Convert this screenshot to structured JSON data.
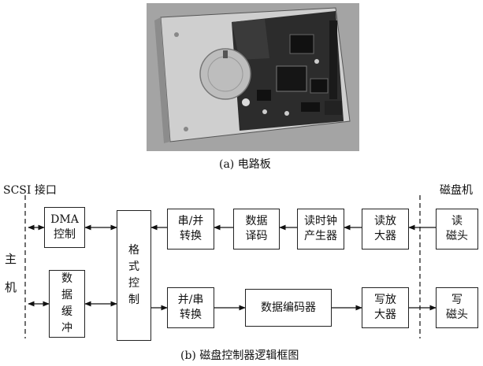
{
  "photo": {
    "caption": "(a) 电路板"
  },
  "diagram": {
    "caption": "(b) 磁盘控制器逻辑框图",
    "scsi_label": "SCSI 接口",
    "disk_label": "磁盘机",
    "host_label_top": "主",
    "host_label_bottom": "机",
    "boxes": {
      "dma": [
        "DMA",
        "控制"
      ],
      "buffer": [
        "数",
        "据",
        "缓",
        "冲"
      ],
      "format": [
        "格",
        "式",
        "控",
        "制"
      ],
      "s2p": [
        "串/并",
        "转换"
      ],
      "p2s": [
        "并/串",
        "转换"
      ],
      "decode": [
        "数据",
        "译码"
      ],
      "clock": [
        "读时钟",
        "产生器"
      ],
      "read_amp": [
        "读放",
        "大器"
      ],
      "read_head": [
        "读",
        "磁头"
      ],
      "encoder": [
        "数据编码器"
      ],
      "write_amp": [
        "写放",
        "大器"
      ],
      "write_head": [
        "写",
        "磁头"
      ]
    }
  }
}
